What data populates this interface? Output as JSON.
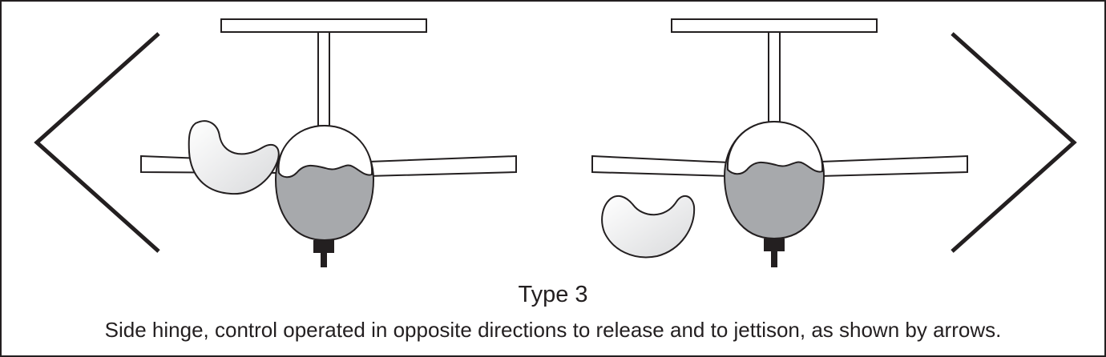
{
  "diagram": {
    "left_panel": "aircraft-front-view-canopy-hinged-left",
    "right_panel": "aircraft-front-view-canopy-jettisoned-left",
    "left_arrow": "chevron-left-arrow",
    "right_arrow": "chevron-right-arrow"
  },
  "caption": {
    "title": "Type 3",
    "text": "Side hinge, control operated in opposite directions to release and to jettison, as shown by arrows."
  },
  "colors": {
    "line": "#231f20",
    "fuselage_lower": "#a7a9ac",
    "canopy": "#ffffff",
    "canopy_shade": "#e6e7e8",
    "background": "#ffffff"
  }
}
